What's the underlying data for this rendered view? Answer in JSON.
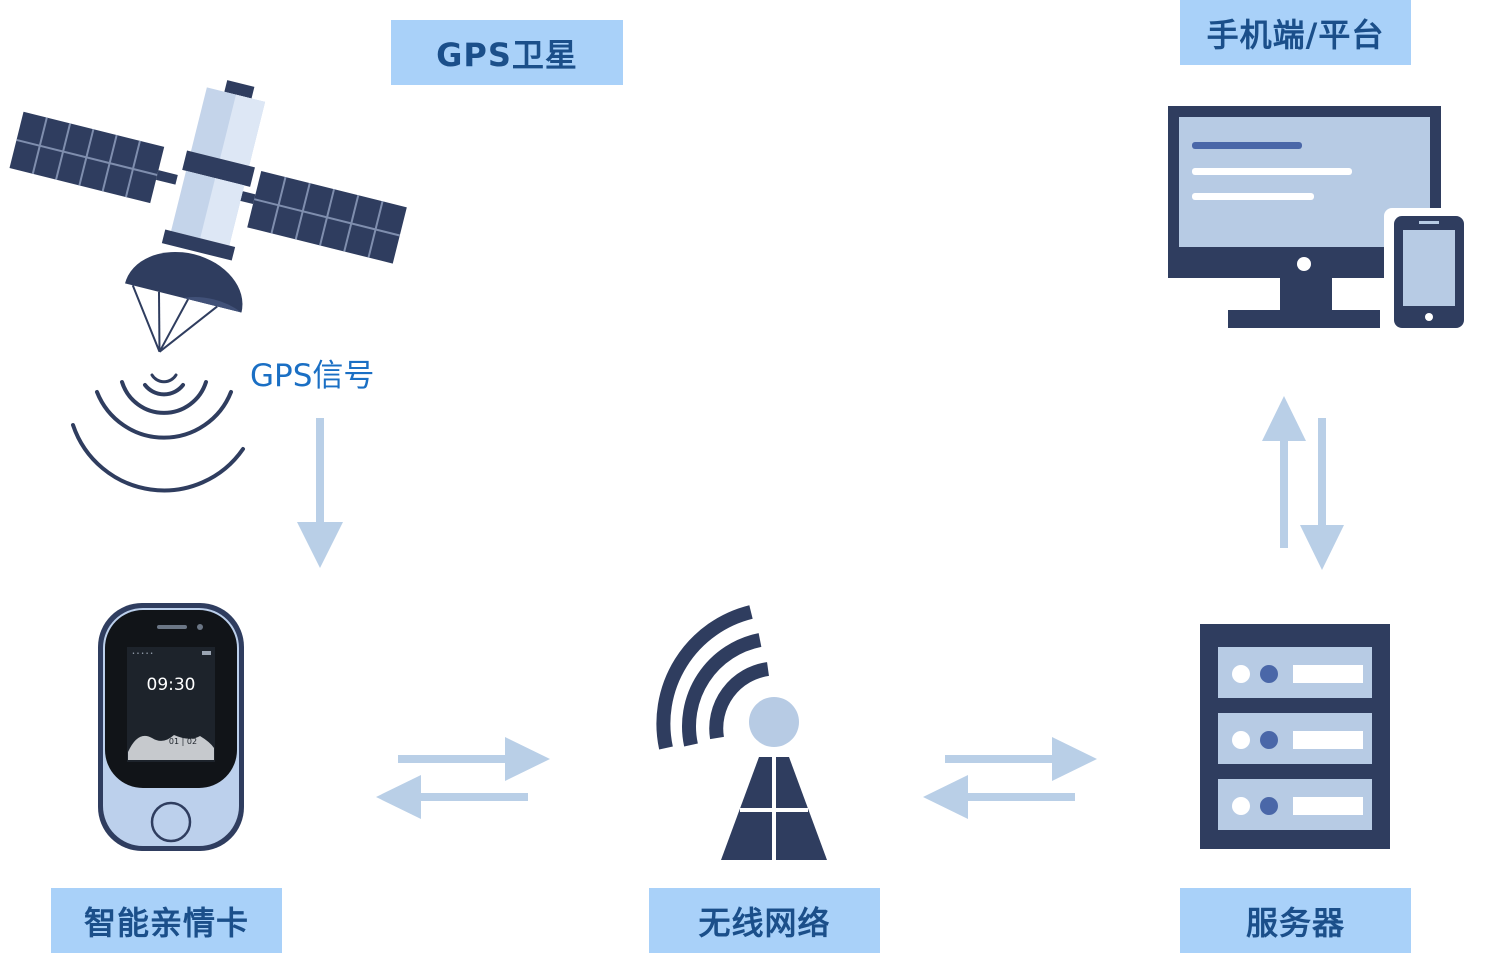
{
  "labels": {
    "gps_satellite": "GPS卫星",
    "platform": "手机端/平台",
    "gps_signal": "GPS信号",
    "card": "智能亲情卡",
    "wireless": "无线网络",
    "server": "服务器"
  },
  "device_screen": {
    "time": "09:30",
    "date": "01 | 02"
  },
  "icons": {
    "satellite": "satellite-icon",
    "signal_waves": "signal-waves-icon",
    "monitor": "monitor-icon",
    "phone": "phone-icon",
    "card_device": "card-device-icon",
    "tower": "wireless-tower-icon",
    "server": "server-rack-icon"
  },
  "colors": {
    "dark_navy": "#2f3d5f",
    "light_blue": "#b7cbe4",
    "arrow_blue": "#b9cfe7",
    "label_bg": "#a9d1f9",
    "label_text": "#1b4f8a",
    "signal_text": "#1a6fc4"
  }
}
